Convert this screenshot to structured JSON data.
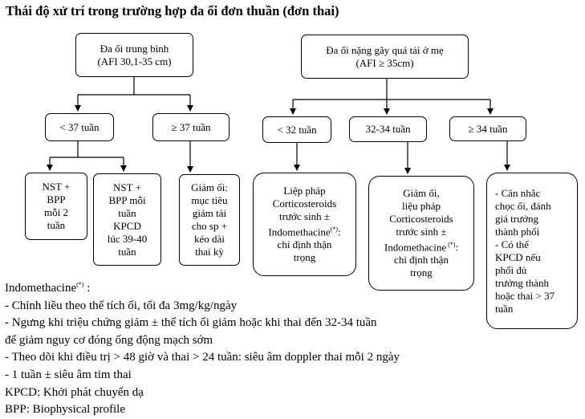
{
  "title": "Thái độ xử trí trong trường hợp đa ối đơn thuần (đơn thai)",
  "nodes": {
    "moderate": "Đa ối trung bình\n(AFI 30,1-35 cm)",
    "severe": "Đa ối nặng gây quá tải ở mẹ\n(AFI ≥ 35cm)",
    "lt37": "< 37 tuần",
    "ge37": "≥ 37 tuần",
    "lt32": "< 32 tuần",
    "w3234": "32-34 tuần",
    "ge34": "≥ 34 tuần",
    "nst_bpp2": "NST +\nBPP\nmỗi 2\ntuần",
    "nst_bpp_kpcd": "NST +\nBPP mỗi\ntuần\nKPCD\nlúc 39-40\ntuần",
    "reduce_fluid": "Giảm ối:\nmục tiêu\ngiảm tải\ncho sp +\nkéo dài\nthai kỳ",
    "therapy_lt32_a": "Liệp pháp\nCorticosteroids\ntrước sinh ±\nIndomethacine",
    "therapy_lt32_mark": "(*)",
    "therapy_lt32_b": ":\nchỉ định thận\ntrọng",
    "therapy_3234_a": "Giảm ối,\nliệu pháp\nCorticosteroids\ntrước sinh ±\nIndomethacine",
    "therapy_3234_mark": " (*)",
    "therapy_3234_b": ":\nchỉ định thận\ntrọng",
    "consider_ge34": "- Cân nhắc\nchọc ối, đánh\ngiá trưởng\nthành phổi\n- Có thể\nKPCD nếu\nphổi đủ\ntrưởng thành\nhoặc thai > 37\ntuần"
  },
  "notes": {
    "indo_label": "Indomethacine",
    "indo_mark": "(*)",
    "indo_colon": " :",
    "line1": "- Chỉnh liều theo thể tích ối, tối đa 3mg/kg/ngày",
    "line2": "- Ngưng khi triệu chứng giảm ± thể tích ối giảm hoặc khi thai đến 32-34 tuần",
    "line3": "để giảm nguy cơ đóng ống động mạch sớm",
    "line4": "- Theo dõi khi điều trị > 48 giờ và thai > 24 tuần:  siêu âm doppler thai mỗi 2 ngày",
    "line5": "- 1 tuần ± siêu âm tim thai",
    "line6": "KPCD: Khởi phát chuyển dạ",
    "line7": "BPP: Biophysical profile"
  }
}
